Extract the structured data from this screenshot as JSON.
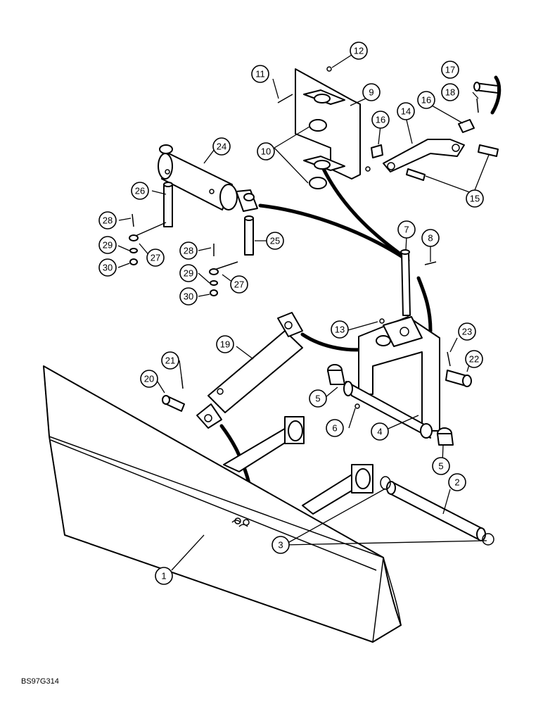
{
  "figure_code": "BS97G314",
  "callouts": [
    {
      "n": "1"
    },
    {
      "n": "2"
    },
    {
      "n": "3"
    },
    {
      "n": "4"
    },
    {
      "n": "5"
    },
    {
      "n": "5"
    },
    {
      "n": "6"
    },
    {
      "n": "7"
    },
    {
      "n": "8"
    },
    {
      "n": "9"
    },
    {
      "n": "10"
    },
    {
      "n": "11"
    },
    {
      "n": "12"
    },
    {
      "n": "13"
    },
    {
      "n": "14"
    },
    {
      "n": "15"
    },
    {
      "n": "16"
    },
    {
      "n": "16"
    },
    {
      "n": "17"
    },
    {
      "n": "18"
    },
    {
      "n": "19"
    },
    {
      "n": "20"
    },
    {
      "n": "21"
    },
    {
      "n": "22"
    },
    {
      "n": "23"
    },
    {
      "n": "24"
    },
    {
      "n": "25"
    },
    {
      "n": "26"
    },
    {
      "n": "27"
    },
    {
      "n": "27"
    },
    {
      "n": "28"
    },
    {
      "n": "28"
    },
    {
      "n": "29"
    },
    {
      "n": "29"
    },
    {
      "n": "30"
    },
    {
      "n": "30"
    }
  ]
}
